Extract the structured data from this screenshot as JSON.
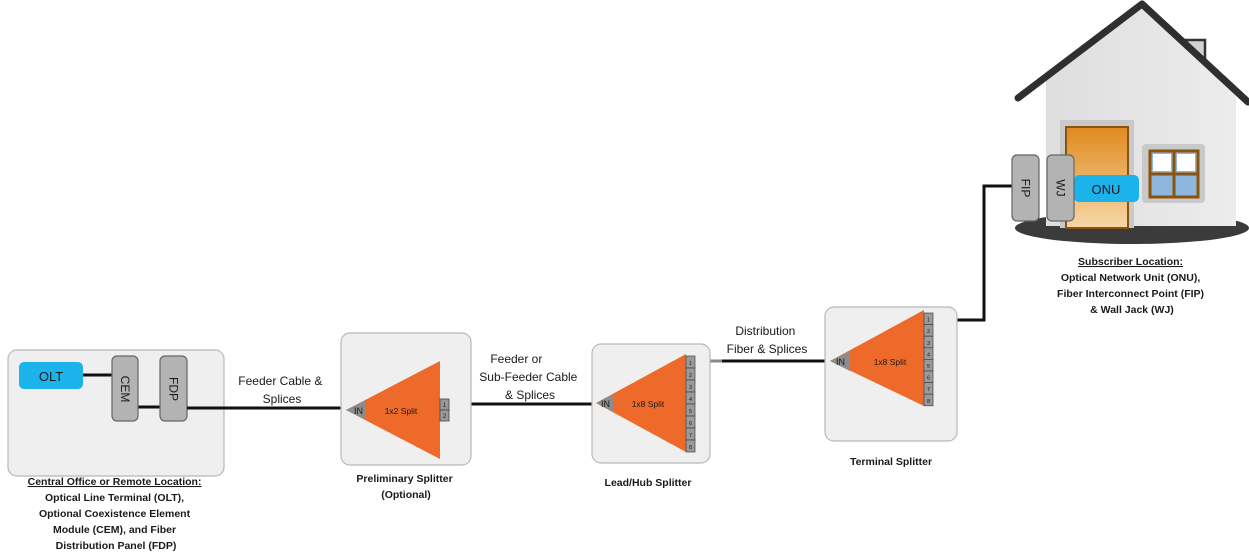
{
  "central_office": {
    "olt": "OLT",
    "cem": "CEM",
    "fdp": "FDP",
    "caption": [
      "Central Office or Remote Location:",
      "Optical Line Terminal (OLT),",
      "Optional Coexistence Element",
      "Module (CEM), and Fiber",
      "Distribution Panel (FDP)"
    ]
  },
  "links": {
    "feeder": [
      "Feeder Cable &",
      "Splices"
    ],
    "sub_feeder": [
      "Feeder or",
      "Sub-Feeder Cable",
      "& Splices"
    ],
    "distribution": [
      "Distribution",
      "Fiber & Splices"
    ]
  },
  "splitters": {
    "preliminary": {
      "in_label": "IN",
      "split_label": "1x2 Split",
      "ports": [
        "1",
        "2"
      ],
      "caption": [
        "Preliminary Splitter",
        "(Optional)"
      ]
    },
    "lead_hub": {
      "in_label": "IN",
      "split_label": "1x8 Split",
      "ports": [
        "1",
        "2",
        "3",
        "4",
        "5",
        "6",
        "7",
        "8"
      ],
      "caption": [
        "Lead/Hub Splitter"
      ]
    },
    "terminal": {
      "in_label": "IN",
      "split_label": "1x8 Split",
      "ports": [
        "1",
        "2",
        "3",
        "4",
        "5",
        "6",
        "7",
        "8"
      ],
      "caption": [
        "Terminal Splitter"
      ]
    }
  },
  "subscriber": {
    "fip": "FIP",
    "wj": "WJ",
    "onu": "ONU",
    "caption": [
      "Subscriber Location:",
      "Optical Network Unit (ONU),",
      "Fiber Interconnect Point (FIP)",
      "& Wall Jack (WJ)"
    ]
  },
  "colors": {
    "accent_blue": "#1cb2ea",
    "splitter_orange": "#ee6a2a",
    "box_fill": "#efefef",
    "module_gray": "#b3b3b3",
    "cable": "#111111"
  }
}
